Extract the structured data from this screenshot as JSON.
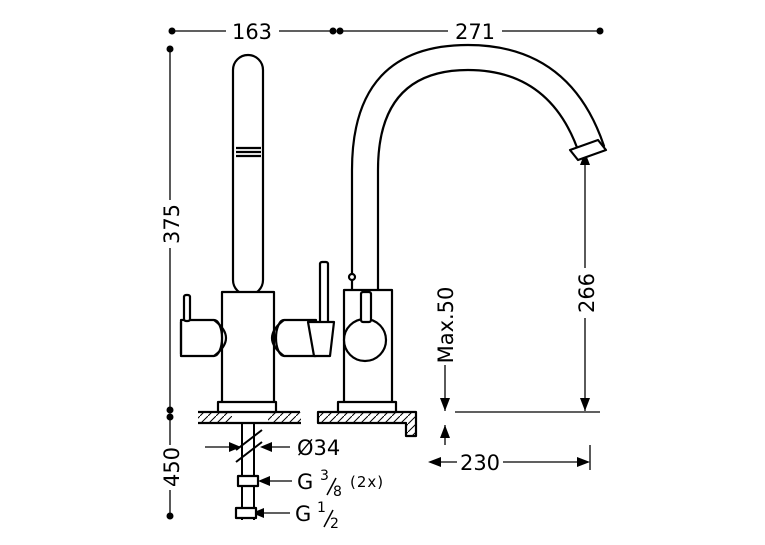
{
  "dimensions": {
    "left_body_width": "163",
    "spout_reach": "271",
    "total_height": "375",
    "spout_height": "266",
    "max_deck_thickness": "Max.50",
    "hose_length": "450",
    "hole_diameter": "Ø34",
    "center_to_spout_tip": "230"
  },
  "connections": {
    "cold_hot": {
      "prefix": "G",
      "num": "3",
      "den": "8",
      "suffix": "(2x)"
    },
    "supply": {
      "prefix": "G",
      "num": "1",
      "den": "2"
    }
  },
  "colors": {
    "line": "#000000",
    "background": "#ffffff"
  }
}
